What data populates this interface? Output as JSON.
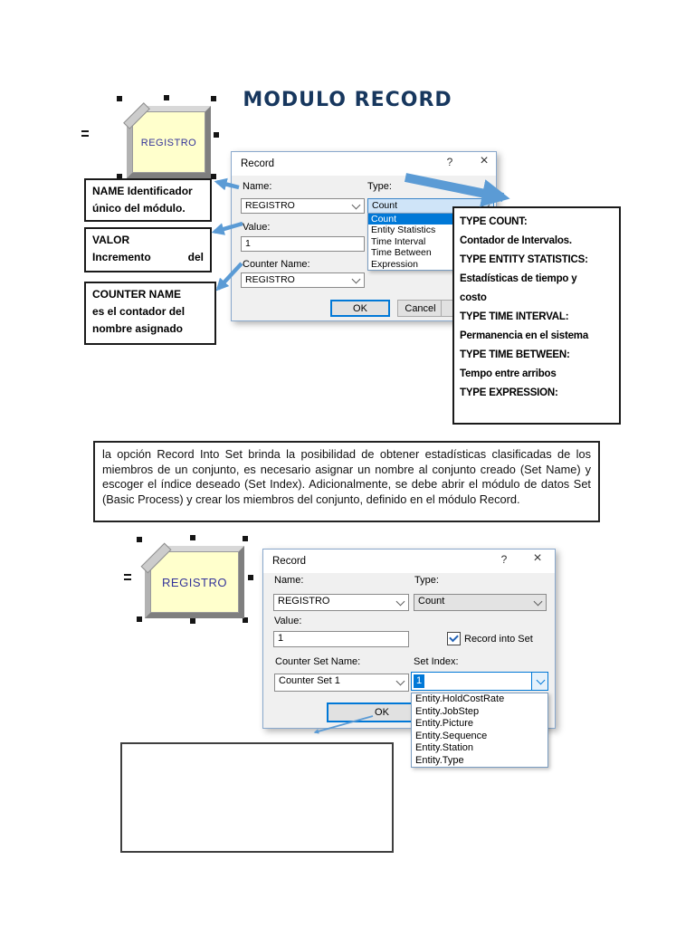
{
  "title": "MODULO RECORD",
  "shapes": {
    "module_label": "REGISTRO"
  },
  "callouts": {
    "name": {
      "heading": "NAME",
      "rest": "Identificador",
      "line2": "único del módulo."
    },
    "valor": {
      "heading": "VALOR",
      "word_left": "Incremento",
      "word_right": "del"
    },
    "counter": {
      "heading": "COUNTER NAME",
      "line2": "es el contador del",
      "line3": "nombre asignado"
    }
  },
  "type_box": {
    "lines": [
      "TYPE COUNT:",
      "Contador de Intervalos.",
      "TYPE ENTITY STATISTICS:",
      "Estadísticas de tiempo y",
      "costo",
      "TYPE TIME INTERVAL:",
      "Permanencia en el sistema",
      "TYPE TIME BETWEEN:",
      "Tempo entre arribos",
      "TYPE EXPRESSION:"
    ]
  },
  "paragraph": "la opción Record Into Set brinda la posibilidad de obtener estadísticas clasificadas de los miembros de un conjunto, es necesario asignar un nombre al conjunto creado (Set Name) y escoger el índice deseado (Set Index). Adicionalmente, se debe abrir el módulo de datos Set (Basic Process) y crear los miembros del conjunto, definido en el módulo Record.",
  "dialog1": {
    "window_title": "Record",
    "help_glyph": "?",
    "close_glyph": "×",
    "name_label": "Name:",
    "name_value": "REGISTRO",
    "type_label": "Type:",
    "type_value": "Count",
    "type_options": [
      "Count",
      "Entity Statistics",
      "Time Interval",
      "Time Between",
      "Expression"
    ],
    "value_label": "Value:",
    "value": "1",
    "counter_name_label": "Counter Name:",
    "counter_name_value": "REGISTRO",
    "ok_label": "OK",
    "cancel_label": "Cancel"
  },
  "dialog2": {
    "window_title": "Record",
    "help_glyph": "?",
    "close_glyph": "×",
    "name_label": "Name:",
    "name_value": "REGISTRO",
    "type_label": "Type:",
    "type_value": "Count",
    "value_label": "Value:",
    "value": "1",
    "record_into_set_label": "Record into Set",
    "counter_set_label": "Counter Set Name:",
    "counter_set_value": "Counter Set 1",
    "set_index_label": "Set Index:",
    "set_index_value": "1",
    "set_index_options": [
      "Entity.HoldCostRate",
      "Entity.JobStep",
      "Entity.Picture",
      "Entity.Sequence",
      "Entity.Station",
      "Entity.Type"
    ],
    "ok_label": "OK"
  },
  "colors": {
    "title_navy": "#17375E",
    "arrow_blue": "#5B9BD5",
    "selection_blue": "#0078D7",
    "module_fill_yellow": "#FFFFCC",
    "module_text_blue": "#34349A"
  }
}
